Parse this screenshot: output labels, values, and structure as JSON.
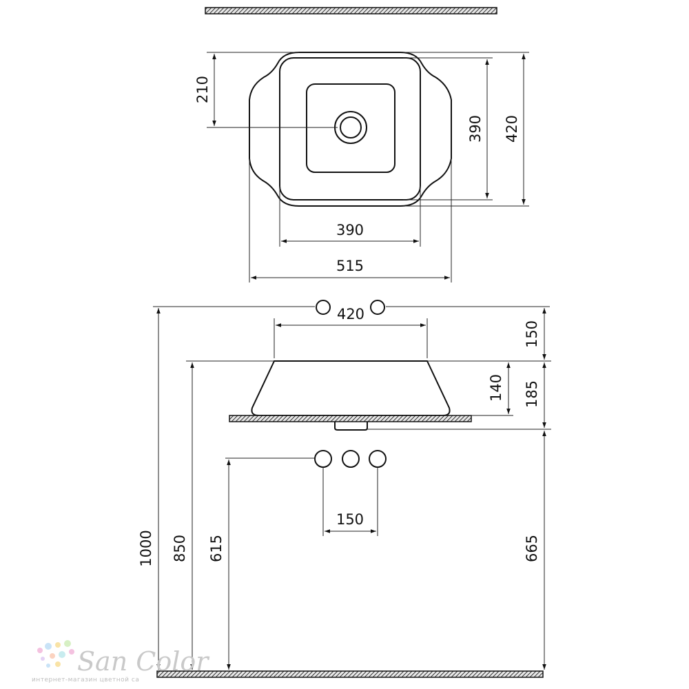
{
  "top_view": {
    "dimensions": {
      "drain_offset": "210",
      "inner_depth": "390",
      "outer_depth": "420",
      "inner_width": "390",
      "outer_width": "515"
    }
  },
  "side_view": {
    "dimensions": {
      "bowl_top_width": "420",
      "mixer_height": "150",
      "bowl_depth": "140",
      "bowl_height": "185",
      "tap_spacing": "150",
      "total_height": "1000",
      "rim_height": "850",
      "supply_height": "615",
      "counter_height": "665"
    }
  },
  "watermark": {
    "brand": "San Color",
    "tagline": "интернет-магазин цветной са"
  },
  "colors": {
    "line": "#111111",
    "watermark": "#c9c9c9",
    "dot_colors": [
      "#f4c2e0",
      "#c9e3f7",
      "#f9e3a6",
      "#d7f0c4",
      "#e4d1f5",
      "#fbd3c0",
      "#c8ecef"
    ]
  }
}
